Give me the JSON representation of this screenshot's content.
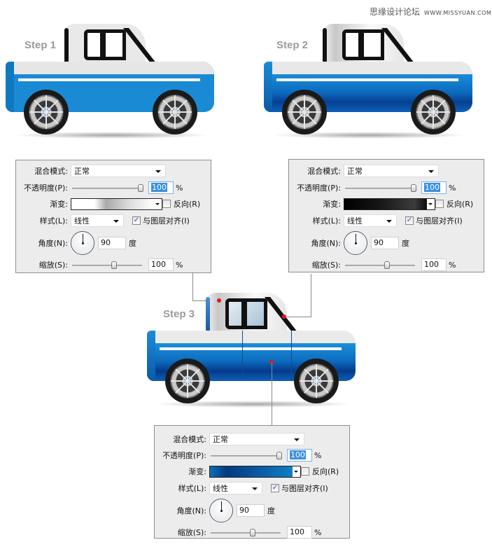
{
  "watermark": {
    "text": "思缘设计论坛",
    "site": "WWW.MISSYUAN.COM"
  },
  "steps": [
    {
      "label": "Step 1"
    },
    {
      "label": "Step 2"
    },
    {
      "label": "Step 3"
    }
  ],
  "panels": [
    {
      "blend_mode_label": "混合模式:",
      "blend_mode_value": "正常",
      "opacity_label": "不透明度(P):",
      "opacity_value": "100",
      "opacity_unit": "%",
      "gradient_label": "渐变:",
      "gradient_stops": [
        "#ffffff",
        "#ffffff",
        "#a9a9a9",
        "#dedede",
        "#ffffff"
      ],
      "reverse_label": "反向(R)",
      "reverse_checked": false,
      "style_label": "样式(L):",
      "style_value": "线性",
      "align_label": "与图层对齐(I)",
      "align_checked": true,
      "angle_label": "角度(N):",
      "angle_value": "90",
      "angle_unit": "度",
      "scale_label": "缩放(S):",
      "scale_value": "100",
      "scale_unit": "%"
    },
    {
      "blend_mode_label": "混合模式:",
      "blend_mode_value": "正常",
      "opacity_label": "不透明度(P):",
      "opacity_value": "100",
      "opacity_unit": "%",
      "gradient_label": "渐变:",
      "gradient_stops": [
        "#000000",
        "#1a1a1a",
        "#3a3a3a",
        "#0a0a0a"
      ],
      "reverse_label": "反向(R)",
      "reverse_checked": false,
      "style_label": "样式(L):",
      "style_value": "线性",
      "align_label": "与图层对齐(I)",
      "align_checked": true,
      "angle_label": "角度(N):",
      "angle_value": "90",
      "angle_unit": "度",
      "scale_label": "缩放(S):",
      "scale_value": "100",
      "scale_unit": "%"
    },
    {
      "blend_mode_label": "混合模式:",
      "blend_mode_value": "正常",
      "opacity_label": "不透明度(P):",
      "opacity_value": "100",
      "opacity_unit": "%",
      "gradient_label": "渐变:",
      "gradient_stops": [
        "#0a6fb8",
        "#05397f",
        "#0a5aa4",
        "#0e7fc6"
      ],
      "reverse_label": "反向(R)",
      "reverse_checked": false,
      "style_label": "样式(L):",
      "style_value": "线性",
      "align_label": "与图层对齐(I)",
      "align_checked": true,
      "angle_label": "角度(N):",
      "angle_value": "90",
      "angle_unit": "度",
      "scale_label": "缩放(S):",
      "scale_value": "100",
      "scale_unit": "%"
    }
  ],
  "colors": {
    "truck_blue": "#1a8ad4",
    "truck_dark_blue": "#073f91",
    "marker_red": "#e0141e",
    "panel_bg": "#ececec"
  }
}
